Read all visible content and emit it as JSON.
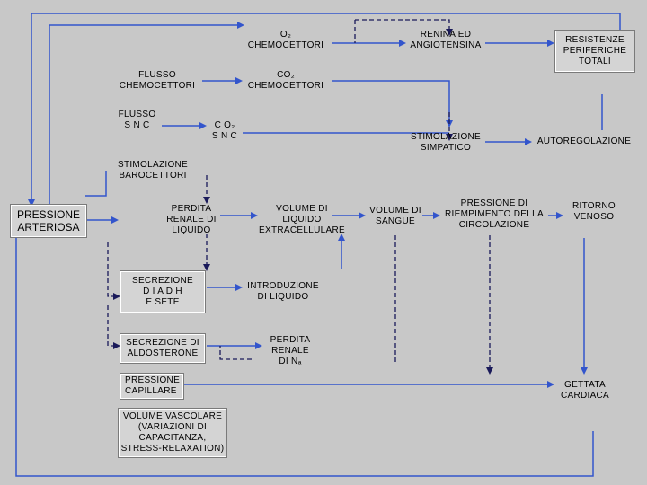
{
  "nodes": {
    "o2_chemocettori": {
      "lines": [
        "O₂",
        "CHEMOCETTORI"
      ]
    },
    "renina_angiotensina": {
      "lines": [
        "RENINA ED",
        "ANGIOTENSINA"
      ]
    },
    "resistenze_periferiche": {
      "lines": [
        "RESISTENZE",
        "PERIFERICHE",
        "TOTALI"
      ]
    },
    "flusso_chemocettori": {
      "lines": [
        "FLUSSO",
        "CHEMOCETTORI"
      ]
    },
    "co2_chemocettori": {
      "lines": [
        "CO₂",
        "CHEMOCETTORI"
      ]
    },
    "flusso_snc": {
      "lines": [
        "FLUSSO",
        "S N C"
      ]
    },
    "co2_snc": {
      "lines": [
        "C O₂",
        "S N C"
      ]
    },
    "stimolazione_simpatico": {
      "lines": [
        "STIMOLAZIONE",
        "SIMPATICO"
      ]
    },
    "autoregolazione": {
      "lines": [
        "AUTOREGOLAZIONE"
      ]
    },
    "stimolazione_barocettori": {
      "lines": [
        "STIMOLAZIONE",
        "BAROCETTORI"
      ]
    },
    "pressione_arteriosa": {
      "lines": [
        "PRESSIONE",
        "ARTERIOSA"
      ]
    },
    "perdita_renale_liquido": {
      "lines": [
        "PERDITA",
        "RENALE DI",
        "LIQUIDO"
      ]
    },
    "volume_liquido_extracellulare": {
      "lines": [
        "VOLUME DI",
        "LIQUIDO",
        "EXTRACELLULARE"
      ]
    },
    "volume_sangue": {
      "lines": [
        "VOLUME DI",
        "SANGUE"
      ]
    },
    "pressione_riempimento": {
      "lines": [
        "PRESSIONE DI",
        "RIEMPIMENTO DELLA",
        "CIRCOLAZIONE"
      ]
    },
    "ritorno_venoso": {
      "lines": [
        "RITORNO",
        "VENOSO"
      ]
    },
    "secrezione_adh": {
      "lines": [
        "SECREZIONE",
        "D I  A D H",
        "E SETE"
      ]
    },
    "introduzione_liquido": {
      "lines": [
        "INTRODUZIONE",
        "DI LIQUIDO"
      ]
    },
    "secrezione_aldosterone": {
      "lines": [
        "SECREZIONE DI",
        "ALDOSTERONE"
      ]
    },
    "perdita_renale_na": {
      "lines": [
        "PERDITA",
        "RENALE",
        "DI  Nₐ"
      ]
    },
    "pressione_capillare": {
      "lines": [
        "PRESSIONE",
        "CAPILLARE"
      ]
    },
    "gettata_cardiaca": {
      "lines": [
        "GETTATA",
        "CARDIACA"
      ]
    },
    "volume_vascolare": {
      "lines": [
        "VOLUME VASCOLARE",
        "(VARIAZIONI DI",
        "CAPACITANZA,",
        "STRESS-RELAXATION)"
      ]
    }
  },
  "colors": {
    "background": "#c8c8c8",
    "box_fill": "#d4d4d4",
    "solid_arrow": "#3355cc",
    "dashed_arrow": "#1a1a5a",
    "text": "#000000"
  }
}
